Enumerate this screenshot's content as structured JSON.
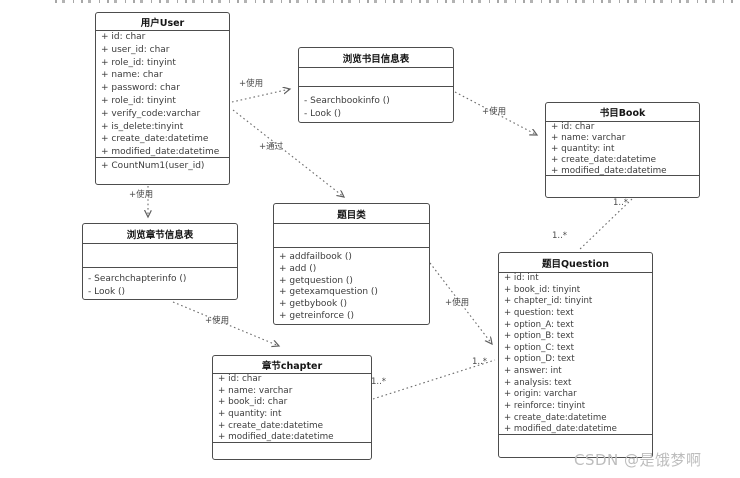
{
  "diagram": {
    "type": "uml-class-diagram",
    "watermark": "CSDN @是饿梦啊",
    "classes": [
      {
        "title": "用户User",
        "attributes": [
          "+ id:  char",
          "+ user_id:  char",
          "+ role_id:  tinyint",
          "+ name:  char",
          "+ password:  char",
          "+ role_id:  tinyint",
          "+ verify_code:varchar",
          "+ is_delete:tinyint",
          "+ create_date:datetime",
          "+ modified_date:datetime"
        ],
        "methods": [
          "+ CountNum1(user_id)"
        ]
      },
      {
        "title": "浏览书目信息表",
        "attributes": [],
        "methods": [
          "- Searchbookinfo ()",
          "- Look ()"
        ]
      },
      {
        "title": "书目Book",
        "attributes": [
          "+ id:  char",
          "+ name:  varchar",
          "+ quantity:  int",
          "+ create_date:datetime",
          "+ modified_date:datetime"
        ],
        "methods": []
      },
      {
        "title": "浏览章节信息表",
        "attributes": [],
        "methods": [
          "- Searchchapterinfo ()",
          "- Look ()"
        ]
      },
      {
        "title": "题目类",
        "attributes": [],
        "methods": [
          "+ addfailbook ()",
          "+ add ()",
          "+ getquestion ()",
          "+ getexamquestion ()",
          "+ getbybook ()",
          "+ getreinforce ()"
        ]
      },
      {
        "title": "题目Question",
        "attributes": [
          "+ id:  int",
          "+ book_id:  tinyint",
          "+ chapter_id:  tinyint",
          "+ question:  text",
          "+ option_A:  text",
          "+ option_B:  text",
          "+ option_C:  text",
          "+ option_D:  text",
          "+ answer: int",
          "+ analysis:  text",
          "+ origin: varchar",
          "+ reinforce: tinyint",
          "+ create_date:datetime",
          "+ modified_date:datetime"
        ],
        "methods": []
      },
      {
        "title": "章节chapter",
        "attributes": [
          "+ id:  char",
          "+ name:  varchar",
          "+ book_id:  char",
          "+ quantity:  int",
          "+ create_date:datetime",
          "+ modified_date:datetime"
        ],
        "methods": []
      }
    ],
    "connectors": [
      {
        "from": "用户User",
        "to": "浏览书目信息表",
        "label": "+使用",
        "style": "dashed-arrow"
      },
      {
        "from": "用户User",
        "to": "题目类",
        "label": "+通过",
        "style": "dashed-arrow"
      },
      {
        "from": "浏览书目信息表",
        "to": "书目Book",
        "label": "+使用",
        "style": "dashed-arrow"
      },
      {
        "from": "用户User",
        "to": "浏览章节信息表",
        "label": "+使用",
        "style": "dashed-arrow"
      },
      {
        "from": "浏览章节信息表",
        "to": "章节chapter",
        "label": "+使用",
        "style": "dashed-arrow"
      },
      {
        "from": "题目类",
        "to": "题目Question",
        "label": "+使用",
        "style": "dashed-arrow"
      },
      {
        "from": "书目Book",
        "to": "题目Question",
        "style": "dashed",
        "end_labels": [
          "1..*",
          "1..*"
        ]
      },
      {
        "from": "章节chapter",
        "to": "题目Question",
        "style": "dashed",
        "end_labels": [
          "1..*",
          "1..*"
        ]
      }
    ],
    "colors": {
      "box_border": "#4d4d4d",
      "title_text": "#141414",
      "member_text": "#3c3c3c",
      "connector": "#666666",
      "label_text": "#4a4a4a",
      "watermark": "#bdbdbd",
      "background": "#ffffff"
    }
  }
}
